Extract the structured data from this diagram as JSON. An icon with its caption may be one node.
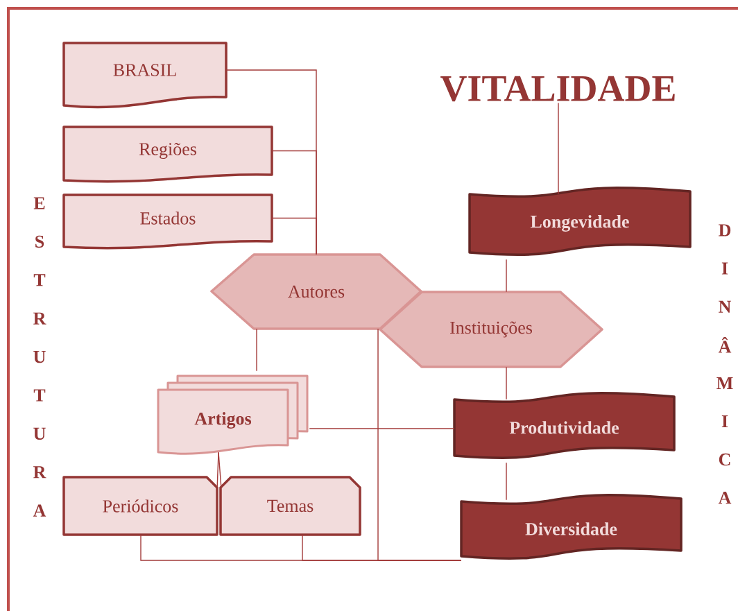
{
  "diagram": {
    "nodes": [
      {
        "text": [
          "BRASIL"
        ]
      },
      {
        "text": [
          "Regiões"
        ]
      },
      {
        "text": [
          "Estados"
        ]
      },
      {
        "text": [
          "Autores"
        ]
      },
      {
        "text": [
          "Instituições"
        ]
      },
      {
        "text": [
          "Artigos"
        ]
      },
      {
        "text": [
          "Periódicos"
        ]
      },
      {
        "text": [
          "Temas"
        ]
      },
      {
        "text": [
          "VITALIDADE"
        ]
      },
      {
        "text": [
          "Longevidade"
        ]
      },
      {
        "text": [
          "Produtividade"
        ]
      },
      {
        "text": [
          "Diversidade"
        ]
      }
    ],
    "edges": [
      {
        "from": 0,
        "to": 3,
        "arrow": "none"
      },
      {
        "from": 1,
        "to": 3,
        "arrow": "none"
      },
      {
        "from": 2,
        "to": 3,
        "arrow": "none"
      },
      {
        "from": 3,
        "to": 5,
        "arrow": "none"
      },
      {
        "from": 3,
        "to": 11,
        "arrow": "none"
      },
      {
        "from": 5,
        "to": 6,
        "arrow": "none"
      },
      {
        "from": 5,
        "to": 7,
        "arrow": "none"
      },
      {
        "from": 5,
        "to": 10,
        "arrow": "none"
      },
      {
        "from": 6,
        "to": 11,
        "arrow": "none"
      },
      {
        "from": 7,
        "to": 11,
        "arrow": "none"
      },
      {
        "from": 8,
        "to": 9,
        "arrow": "none"
      },
      {
        "from": 9,
        "to": 4,
        "arrow": "none"
      },
      {
        "from": 4,
        "to": 10,
        "arrow": "none"
      },
      {
        "from": 10,
        "to": 11,
        "arrow": "none"
      }
    ],
    "labels": [
      "E",
      "S",
      "T",
      "R",
      "U",
      "T",
      "U",
      "R",
      "A",
      "D",
      "I",
      "N",
      "Â",
      "M",
      "I",
      "C",
      "A"
    ]
  }
}
